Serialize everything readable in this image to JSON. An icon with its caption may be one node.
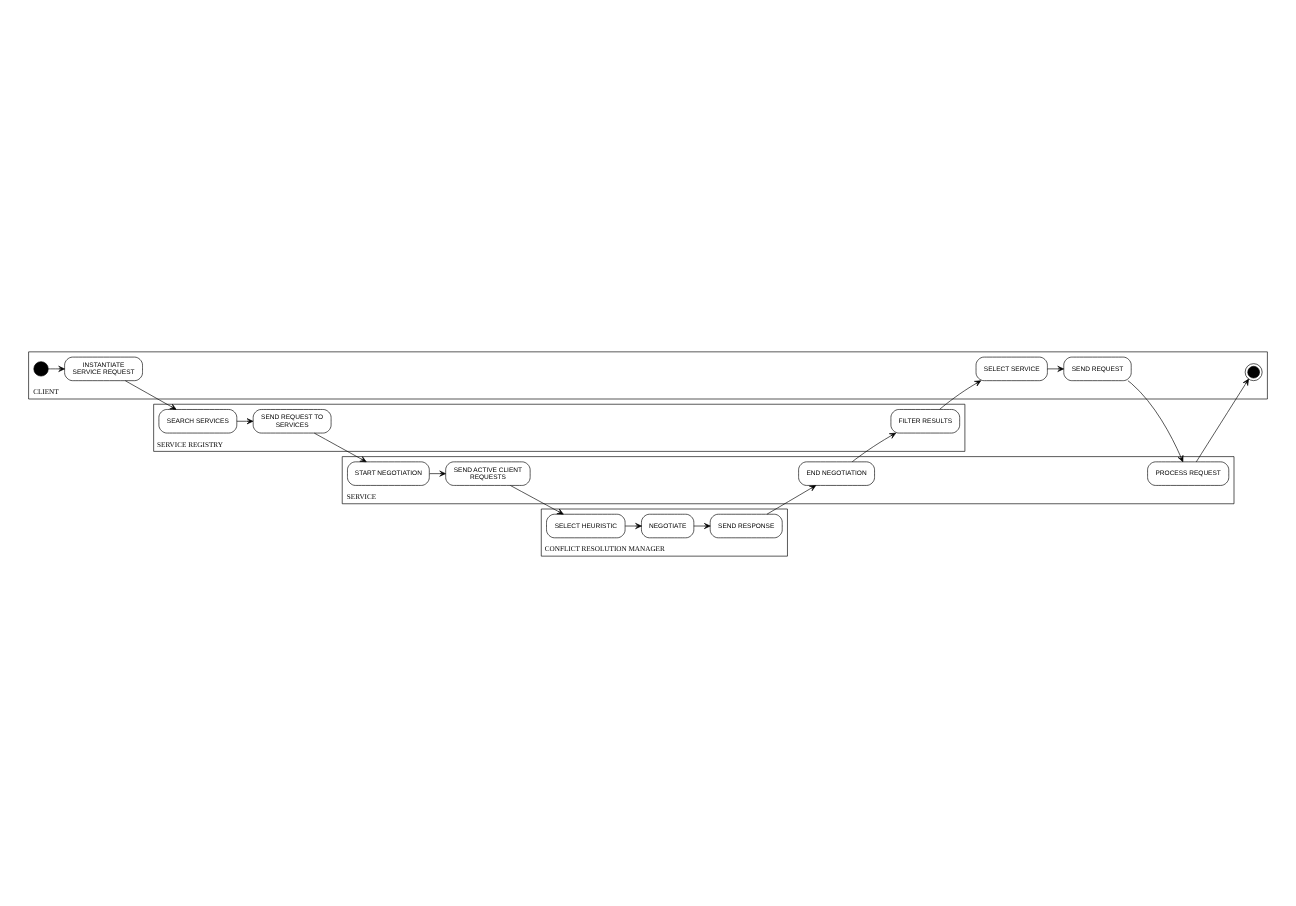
{
  "diagram": {
    "nodes": [
      {
        "text": [
          "CLIENT"
        ]
      },
      {
        "text": [],
        "shape": "circle",
        "in": 0
      },
      {
        "text": [
          "INSTANTIATE SERVICE REQUEST"
        ],
        "in": 0
      },
      {
        "text": [
          "SELECT SERVICE"
        ],
        "in": 0
      },
      {
        "text": [
          "SEND REQUEST"
        ],
        "in": 0
      },
      {
        "text": [],
        "shape": "circle",
        "in": 0
      },
      {
        "text": [
          "SERVICE REGISTRY"
        ]
      },
      {
        "text": [
          "SEARCH SERVICES"
        ],
        "in": 6
      },
      {
        "text": [
          "SEND REQUEST TO SERVICES"
        ],
        "in": 6
      },
      {
        "text": [
          "FILTER RESULTS"
        ],
        "in": 6
      },
      {
        "text": [
          "SERVICE"
        ]
      },
      {
        "text": [
          "START NEGOTIATION"
        ],
        "in": 10
      },
      {
        "text": [
          "SEND ACTIVE CLIENT REQUESTS"
        ],
        "in": 10
      },
      {
        "text": [
          "END NEGOTIATION"
        ],
        "in": 10
      },
      {
        "text": [
          "PROCESS REQUEST"
        ],
        "in": 10
      },
      {
        "text": [
          "CONFLICT RESOLUTION MANAGER"
        ]
      },
      {
        "text": [
          "SELECT HEURISTIC"
        ],
        "in": 15
      },
      {
        "text": [
          "NEGOTIATE"
        ],
        "in": 15
      },
      {
        "text": [
          "SEND RESPONSE"
        ],
        "in": 15
      }
    ],
    "edges": [
      {
        "from": 1,
        "to": 2,
        "arrow": "to"
      },
      {
        "from": 2,
        "to": 7,
        "arrow": "to"
      },
      {
        "from": 7,
        "to": 8,
        "arrow": "to"
      },
      {
        "from": 8,
        "to": 11,
        "arrow": "to"
      },
      {
        "from": 11,
        "to": 12,
        "arrow": "to"
      },
      {
        "from": 12,
        "to": 16,
        "arrow": "to"
      },
      {
        "from": 16,
        "to": 17,
        "arrow": "to"
      },
      {
        "from": 17,
        "to": 18,
        "arrow": "to"
      },
      {
        "from": 18,
        "to": 13,
        "arrow": "to"
      },
      {
        "from": 13,
        "to": 9,
        "arrow": "to"
      },
      {
        "from": 9,
        "to": 3,
        "arrow": "to"
      },
      {
        "from": 3,
        "to": 4,
        "arrow": "to"
      },
      {
        "from": 4,
        "to": 14,
        "arrow": "to"
      },
      {
        "from": 14,
        "to": 5,
        "arrow": "to"
      }
    ]
  }
}
